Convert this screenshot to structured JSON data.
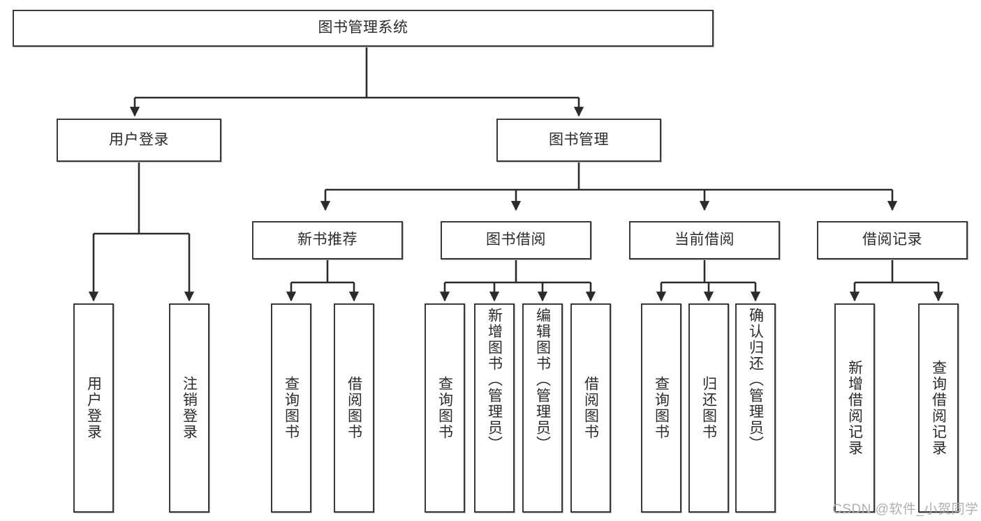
{
  "diagram": {
    "type": "tree-hierarchy",
    "title": "图书管理系统",
    "orientation": "top-down",
    "colors": {
      "box_border": "#3a3a3a",
      "box_fill": "#ffffff",
      "edge": "#2b2b2b",
      "text": "#2b2b2b",
      "watermark": "#b0b0b0",
      "background": "#ffffff"
    }
  },
  "root": {
    "label": "图书管理系统"
  },
  "level2": [
    {
      "label": "用户登录"
    },
    {
      "label": "图书管理"
    }
  ],
  "level3": [
    {
      "label": "新书推荐"
    },
    {
      "label": "图书借阅"
    },
    {
      "label": "当前借阅"
    },
    {
      "label": "借阅记录"
    }
  ],
  "leaves": {
    "user_login": [
      {
        "label": "用户登录"
      },
      {
        "label": "注销登录"
      }
    ],
    "new_book": [
      {
        "label": "查询图书"
      },
      {
        "label": "借阅图书"
      }
    ],
    "book_borrow": [
      {
        "label": "查询图书"
      },
      {
        "label": "新增图书（管理员）"
      },
      {
        "label": "编辑图书（管理员）"
      },
      {
        "label": "借阅图书"
      }
    ],
    "current_borrow": [
      {
        "label": "查询图书"
      },
      {
        "label": "归还图书"
      },
      {
        "label": "确认归还（管理员）"
      }
    ],
    "borrow_record": [
      {
        "label": "新增借阅记录"
      },
      {
        "label": "查询借阅记录"
      }
    ]
  },
  "watermark": {
    "text": "CSDN @软件_小贺同学"
  }
}
